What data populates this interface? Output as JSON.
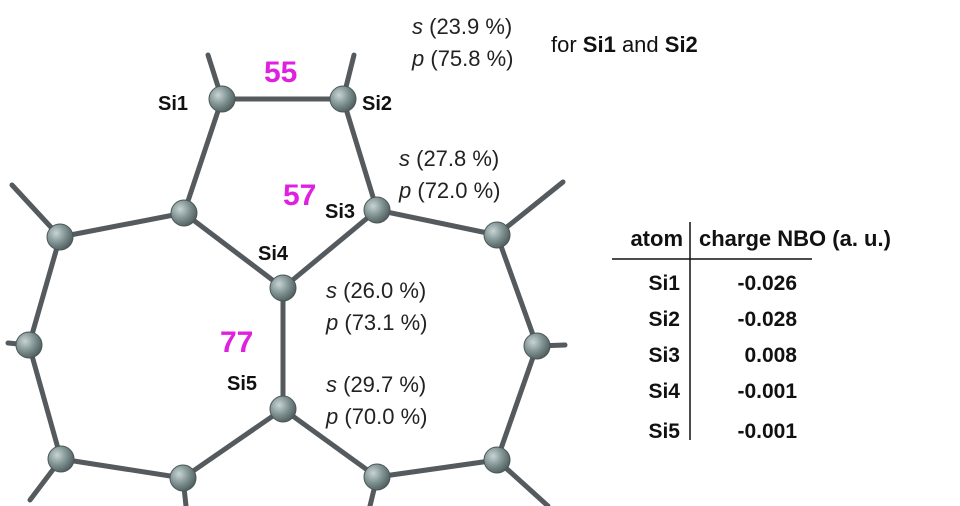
{
  "colors": {
    "bond": "#555a5e",
    "atom": "#7e9090",
    "angle": "#e020e0",
    "text": "#111111"
  },
  "atoms": {
    "si1": "Si1",
    "si2": "Si2",
    "si3": "Si3",
    "si4": "Si4",
    "si5": "Si5"
  },
  "angles": {
    "a55": "55",
    "a57": "57",
    "a77": "77"
  },
  "hybridization": {
    "s_symbol": "s",
    "p_symbol": "p",
    "si1si2": {
      "s": " (23.9 %)",
      "p": " (75.8 %)",
      "note_prefix": "for ",
      "note_a": "Si1",
      "note_and": " and ",
      "note_b": "Si2"
    },
    "si3": {
      "s": " (27.8 %)",
      "p": " (72.0 %)"
    },
    "si4": {
      "s": " (26.0 %)",
      "p": " (73.1 %)"
    },
    "si5": {
      "s": " (29.7 %)",
      "p": " (70.0 %)"
    }
  },
  "table": {
    "headers": [
      "atom",
      "charge NBO (a. u.)"
    ],
    "rows": [
      {
        "atom": "Si1",
        "charge": "-0.026"
      },
      {
        "atom": "Si2",
        "charge": "-0.028"
      },
      {
        "atom": "Si3",
        "charge": "0.008"
      },
      {
        "atom": "Si4",
        "charge": "-0.001"
      },
      {
        "atom": "Si5",
        "charge": "-0.001"
      }
    ]
  }
}
